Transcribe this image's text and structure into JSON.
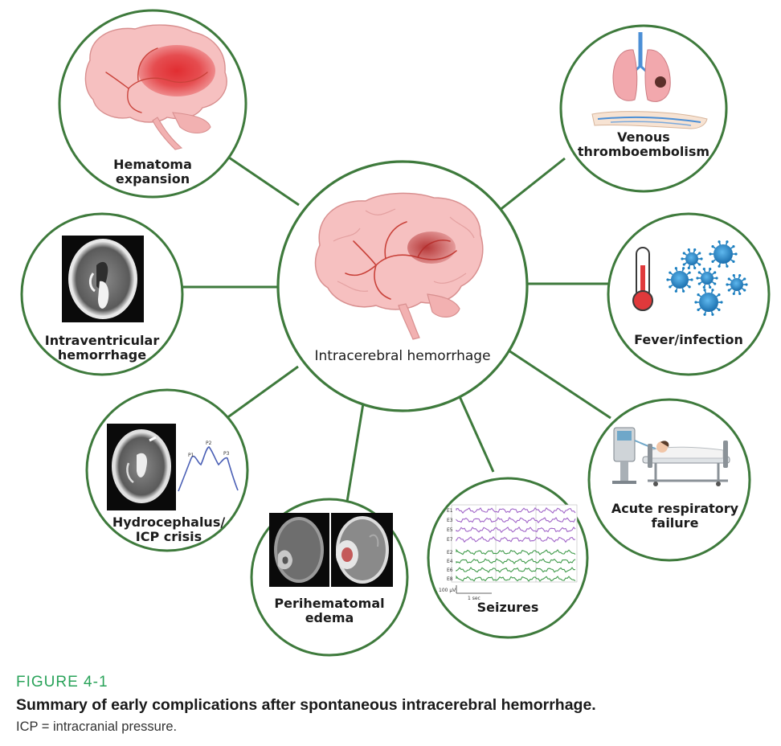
{
  "colors": {
    "ring": "#3e7a3c",
    "connector": "#3e7a3c",
    "brain": "#f4b6b6",
    "brain_vessel": "#c9423a",
    "hematoma": "#e0262a",
    "caption_label": "#2aa35a",
    "eeg_upper": "#a064c8",
    "eeg_lower": "#3f9a4a",
    "virus": "#1b7fc0"
  },
  "center": {
    "label": "Intracerebral hemorrhage"
  },
  "nodes": [
    {
      "id": "hematoma",
      "label_lines": [
        "Hematoma",
        "expansion"
      ],
      "icon": "brain-hematoma-icon"
    },
    {
      "id": "ivh",
      "label_lines": [
        "Intraventricular",
        "hemorrhage"
      ],
      "icon": "ct-scan-icon"
    },
    {
      "id": "hydro",
      "label_lines": [
        "Hydrocephalus/",
        "ICP crisis"
      ],
      "icon": "ct-icp-waveform-icon"
    },
    {
      "id": "edema",
      "label_lines": [
        "Perihematomal",
        "edema"
      ],
      "icon": "mri-pair-icon"
    },
    {
      "id": "seizures",
      "label_lines": [
        "Seizures"
      ],
      "icon": "eeg-icon"
    },
    {
      "id": "resp",
      "label_lines": [
        "Acute respiratory",
        "failure"
      ],
      "icon": "ventilator-bed-icon"
    },
    {
      "id": "fever",
      "label_lines": [
        "Fever/infection"
      ],
      "icon": "thermometer-virus-icon"
    },
    {
      "id": "vte",
      "label_lines": [
        "Venous",
        "thromboembolism"
      ],
      "icon": "lungs-leg-clot-icon"
    }
  ],
  "icp_wave_labels": [
    "P1",
    "P2",
    "P3"
  ],
  "eeg": {
    "upper_channels": [
      "E1",
      "E3",
      "E5",
      "E7"
    ],
    "lower_channels": [
      "E2",
      "E4",
      "E6",
      "E8"
    ],
    "scale_amplitude": "100 µV",
    "scale_time": "1 sec"
  },
  "caption": {
    "label": "FIGURE 4-1",
    "title": "Summary of early complications after spontaneous intracerebral hemorrhage.",
    "note": "ICP = intracranial pressure."
  }
}
